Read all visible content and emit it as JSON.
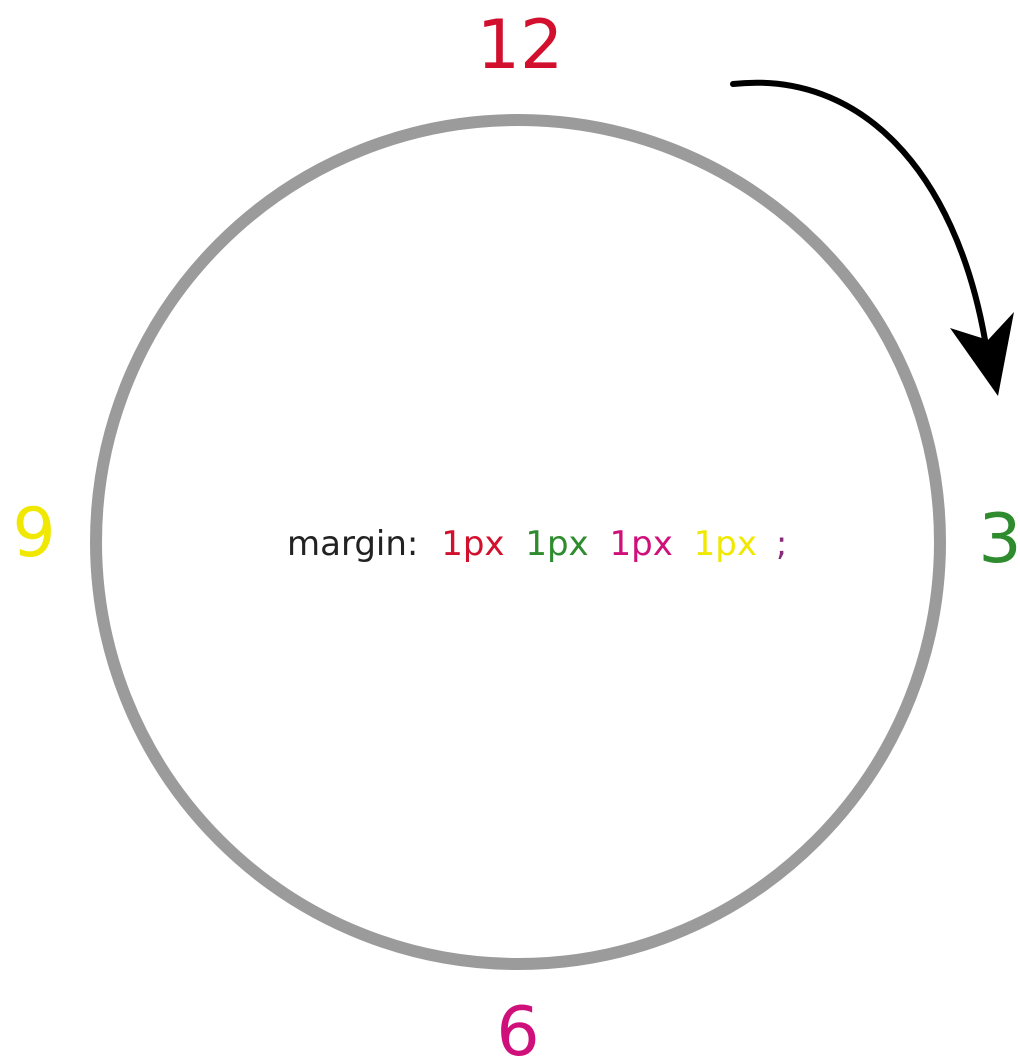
{
  "labels": {
    "top": "12",
    "right": "3",
    "bottom": "6",
    "left": "9"
  },
  "code": {
    "property": "margin:",
    "top_value": "1px",
    "right_value": "1px",
    "bottom_value": "1px",
    "left_value": "1px",
    "terminator": ";"
  },
  "colors": {
    "top": "#d2102e",
    "right": "#2e8b2e",
    "bottom": "#d0107a",
    "left": "#f0e800",
    "property": "#222222",
    "terminator": "#8a2a7a",
    "circle_stroke": "#9b9b9b",
    "arrow": "#000000"
  },
  "icons": {
    "arrow": "clockwise-arrow-icon"
  }
}
